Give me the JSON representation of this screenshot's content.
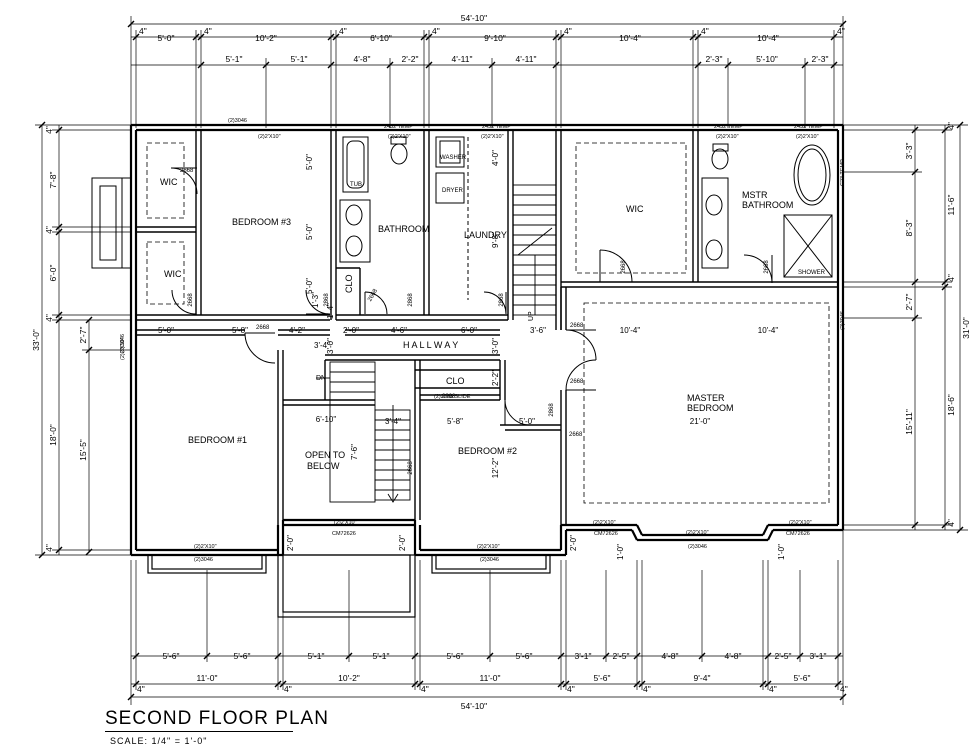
{
  "title": "SECOND FLOOR PLAN",
  "scale": "SCALE:  1/4\" = 1'-0\"",
  "rooms": {
    "wic1": "WIC",
    "wic2": "WIC",
    "bedroom3": "BEDROOM #3",
    "bathroom": "BATHROOM",
    "tub": "TUB",
    "laundry": "LAUNDRY",
    "washer": "WASHER",
    "dryer": "DRYER",
    "wic_master": "WIC",
    "mstr_bath_1": "MSTR",
    "mstr_bath_2": "BATHROOM",
    "shower": "SHOWER",
    "hallway": "H A L L W A Y",
    "bedroom1": "BEDROOM #1",
    "open_below_1": "OPEN TO",
    "open_below_2": "BELOW",
    "clo_hall": "CLO",
    "clo_bath": "CLO",
    "bedroom2": "BEDROOM #2",
    "master_1": "MASTER",
    "master_2": "BEDROOM",
    "dn": "DN",
    "up": "UP"
  },
  "dims_top": {
    "overall": "54'-10\"",
    "r1": [
      "4\"",
      "5'-0\"",
      "4\"",
      "10'-2\"",
      "4\"",
      "6'-10\"",
      "4\"",
      "9'-10\"",
      "4\"",
      "10'-4\"",
      "4\"",
      "10'-4\"",
      "4\""
    ],
    "r2": [
      "5'-1\"",
      "5'-1\"",
      "4'-8\"",
      "2'-2\"",
      "4'-11\"",
      "4'-11\"",
      "2'-3\"",
      "5'-10\"",
      "2'-3\""
    ]
  },
  "dims_bottom": {
    "overall": "54'-10\"",
    "r1": [
      "4\"",
      "11'-0\"",
      "4\"",
      "10'-2\"",
      "4\"",
      "11'-0\"",
      "4\"",
      "5'-6\"",
      "4\"",
      "9'-4\"",
      "4\"",
      "5'-6\"",
      "4\""
    ],
    "r2": [
      "5'-6\"",
      "5'-6\"",
      "5'-1\"",
      "5'-1\"",
      "5'-6\"",
      "5'-6\"",
      "3'-1\"",
      "2'-5\"",
      "4'-8\"",
      "4'-8\"",
      "2'-5\"",
      "3'-1\""
    ]
  },
  "dims_left": {
    "overall": "33'-0\"",
    "r1": [
      "4\"",
      "7'-8\"",
      "4\"",
      "6'-0\"",
      "4\"",
      "18'-0\"",
      "4\""
    ],
    "r2": [
      "2'-7\"",
      "15'-5\""
    ]
  },
  "dims_right": {
    "overall": "31'-0\"",
    "r1": [
      "4\"",
      "11'-6\"",
      "4\"",
      "18'-6\"",
      "4\""
    ],
    "r2": [
      "3'-3\"",
      "8'-3\"",
      "2'-7\"",
      "15'-11\""
    ]
  },
  "interior_dims": [
    "5'-0\"",
    "5'-0\"",
    "5'-0\"",
    "5'-0\"",
    "4'-0\"",
    "9'-8\"",
    "5'-8\"",
    "4'-2\"",
    "2'-0\"",
    "4'-6\"",
    "6'-0\"",
    "3'-6\"",
    "10'-4\"",
    "10'-4\"",
    "3'-4\"",
    "6'-10\"",
    "3'-4\"",
    "7'-6\"",
    "5'-8\"",
    "5'-0\"",
    "12'-2\"",
    "21'-0\"",
    "2'-0\"",
    "2'-0\"",
    "2'-0\"",
    "1'-0\"",
    "1'-0\"",
    "2'-2\"",
    "1'-4\"",
    "3'-0\"",
    "3'-0\"",
    "1'-3\""
  ],
  "door_tags": [
    "2668",
    "2668",
    "2668",
    "2868",
    "2668",
    "2868",
    "2068",
    "2868",
    "2668",
    "2668",
    "2668",
    "2668",
    "2868",
    "2668",
    "2668"
  ],
  "window_tags": [
    "(2)3046",
    "(2)2'X10\"",
    "(2)2'X10\"",
    "2432 TEMP",
    "2432 TEMP",
    "2432 TEMP",
    "(2)2'X10\"",
    "2432 TEMP",
    "(2)2'X10\"",
    "(2)2'X10\"",
    "(2)3046",
    "(2)2'X10\"",
    "(2)3046",
    "(2)2'X10\"",
    "CM72626",
    "(2)2'X10\"",
    "(2)3046",
    "(2)2'X10\"",
    "CM72626",
    "(2)2'X10\"",
    "(2)3046",
    "(2)2'X10\"",
    "(2)2068 SLIDE",
    "(2)3046",
    "(2)2'X10\"",
    "CM72626",
    "C23 TEMP"
  ]
}
